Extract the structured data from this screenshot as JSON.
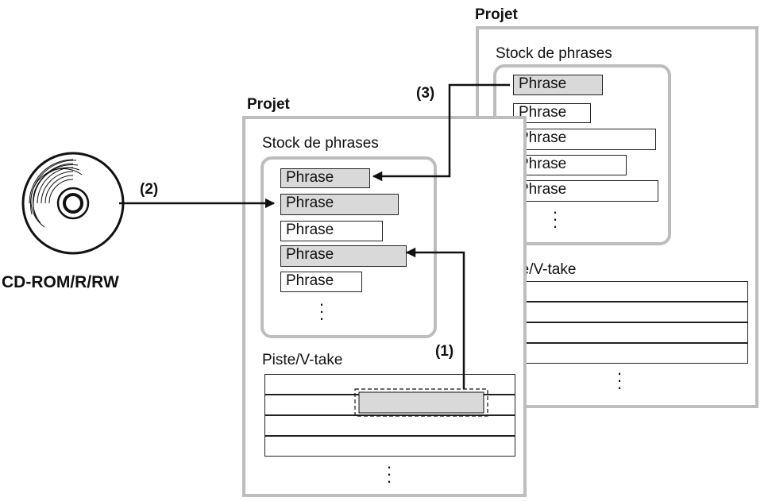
{
  "back_project": {
    "title": "Projet",
    "stock_title": "Stock de phrases",
    "phrases": [
      {
        "label": "Phrase",
        "highlighted": true
      },
      {
        "label": "Phrase",
        "highlighted": false
      },
      {
        "label": "Phrase",
        "highlighted": false
      },
      {
        "label": "Phrase",
        "highlighted": false
      },
      {
        "label": "Phrase",
        "highlighted": false
      }
    ],
    "track_title": "Piste/V-take"
  },
  "front_project": {
    "title": "Projet",
    "stock_title": "Stock de phrases",
    "phrases": [
      {
        "label": "Phrase",
        "highlighted": true
      },
      {
        "label": "Phrase",
        "highlighted": true
      },
      {
        "label": "Phrase",
        "highlighted": false
      },
      {
        "label": "Phrase",
        "highlighted": true
      },
      {
        "label": "Phrase",
        "highlighted": false
      }
    ],
    "track_title": "Piste/V-take"
  },
  "media": {
    "label": "CD-ROM/R/RW"
  },
  "steps": {
    "one": "(1)",
    "two": "(2)",
    "three": "(3)"
  },
  "colors": {
    "frame": "#bdbdbd",
    "highlight": "#d9d9d9",
    "line": "#111111"
  }
}
